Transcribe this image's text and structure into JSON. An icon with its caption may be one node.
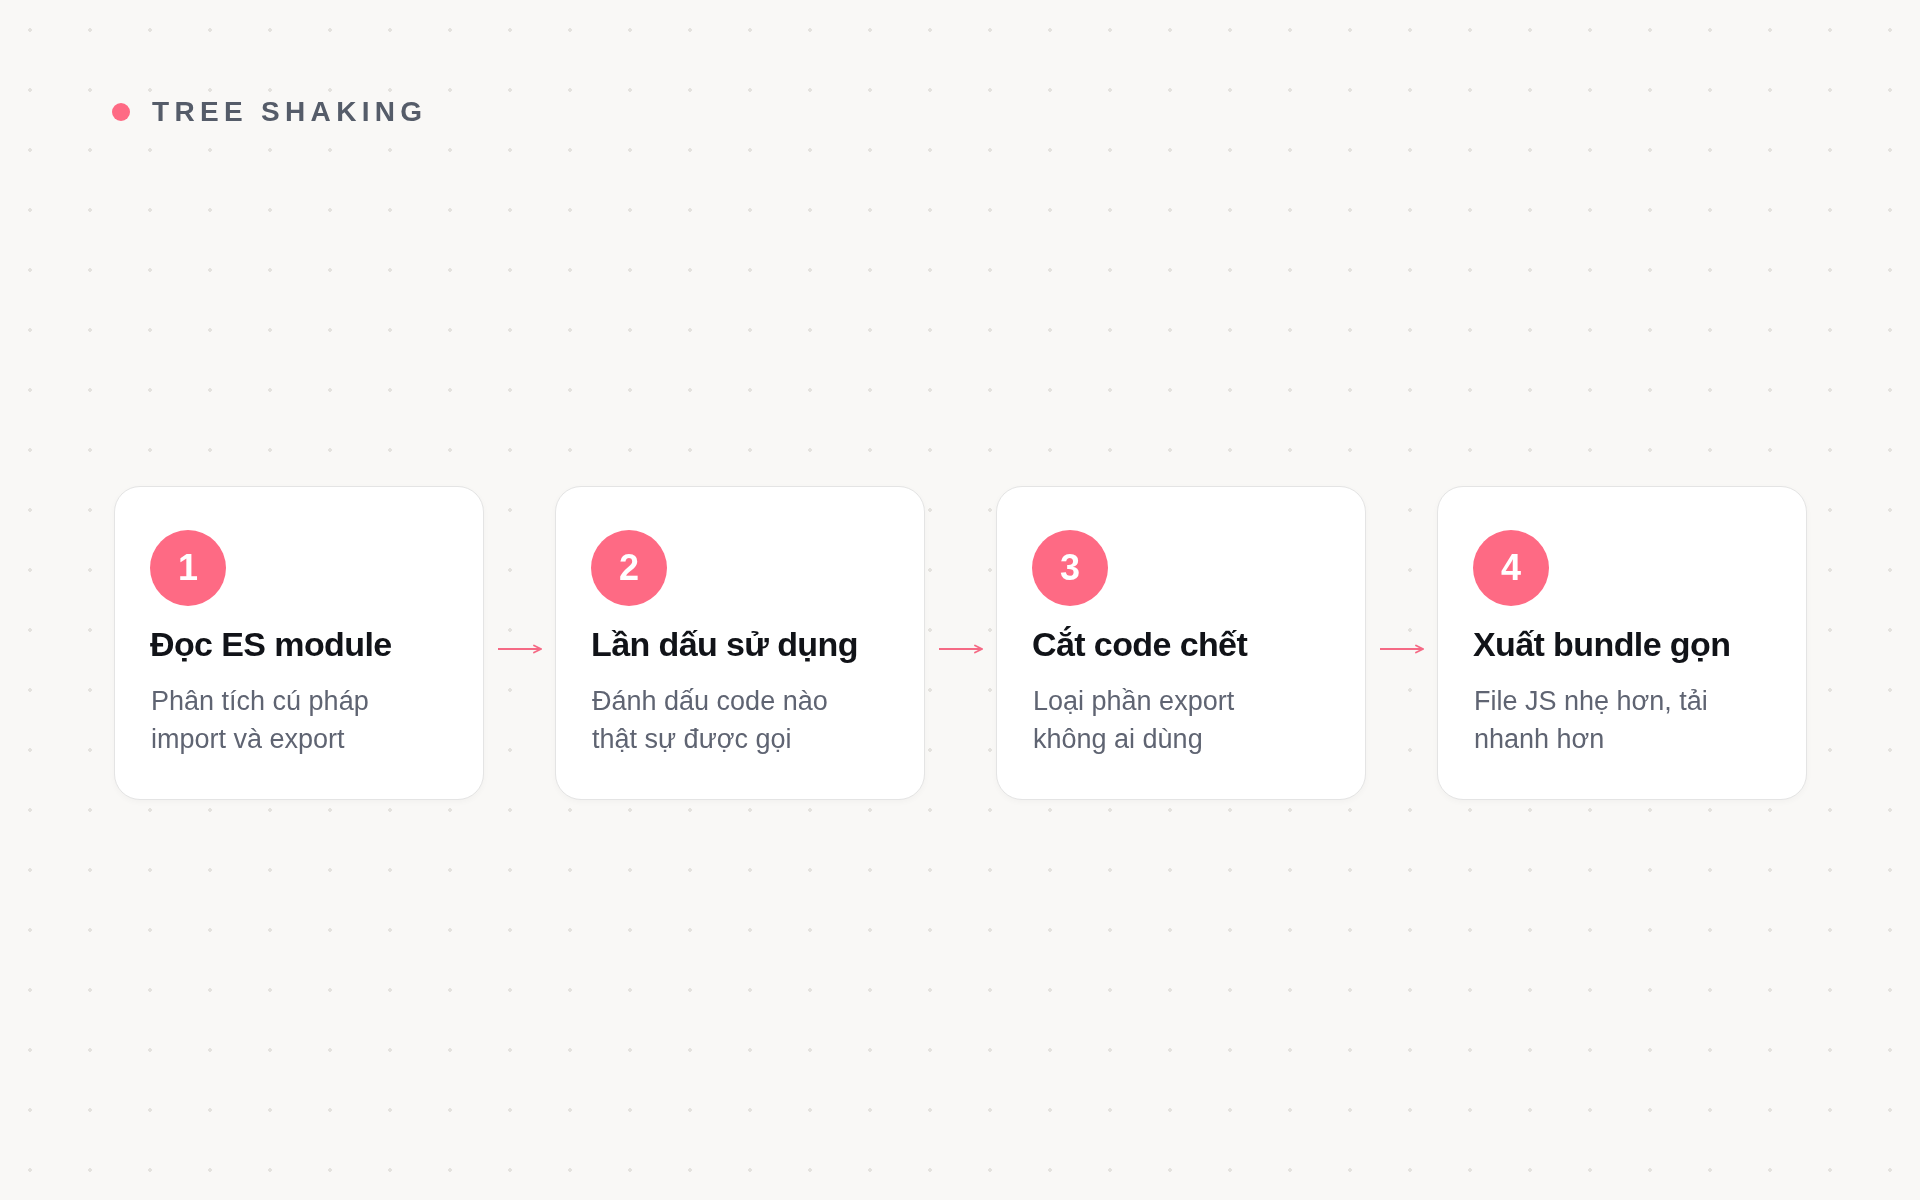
{
  "diagram": {
    "title": "TREE SHAKING",
    "nodes": [
      {
        "text": [
          "Đọc ES module",
          "Phân tích cú pháp import và export"
        ]
      },
      {
        "text": [
          "1"
        ],
        "in": 0
      },
      {
        "text": [
          "Lần dấu sử dụng",
          "Đánh dấu code nào thật sự được gọi"
        ]
      },
      {
        "text": [
          "2"
        ],
        "in": 2
      },
      {
        "text": [
          "Cắt code chết",
          "Loại phần export không ai dùng"
        ]
      },
      {
        "text": [
          "3"
        ],
        "in": 4
      },
      {
        "text": [
          "Xuất bundle gọn",
          "File JS nhẹ hơn, tải nhanh hơn"
        ]
      },
      {
        "text": [
          "4"
        ],
        "in": 6
      }
    ],
    "edges": [
      {
        "from": 0,
        "to": 2,
        "arrow": "to"
      },
      {
        "from": 2,
        "to": 4,
        "arrow": "to"
      },
      {
        "from": 4,
        "to": 6,
        "arrow": "to"
      }
    ]
  }
}
